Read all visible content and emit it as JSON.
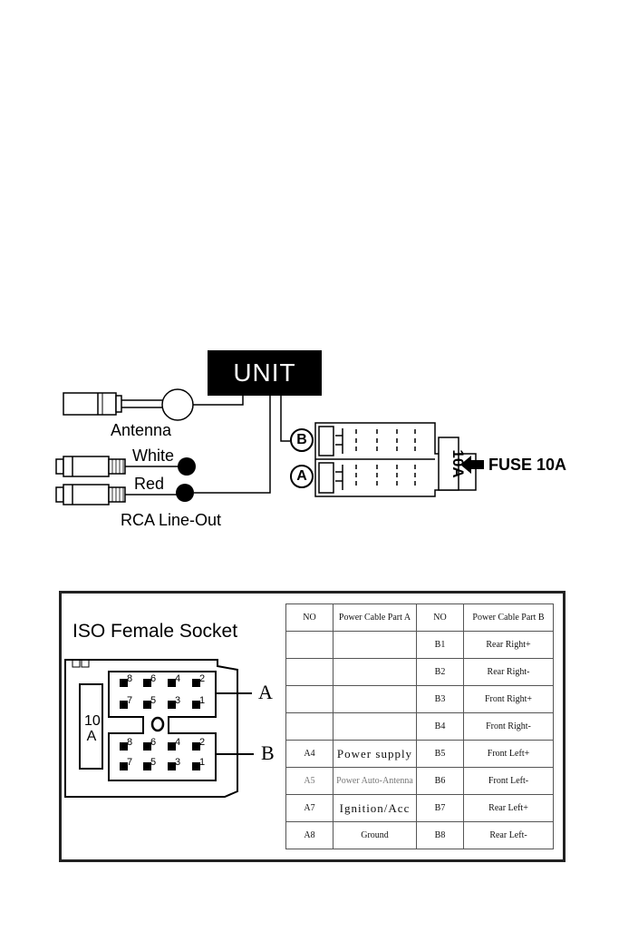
{
  "wiring": {
    "unit_label": "UNIT",
    "antenna_label": "Antenna",
    "white_label": "White",
    "red_label": "Red",
    "rca_label": "RCA Line-Out",
    "connector_b": "B",
    "connector_a": "A",
    "fuse_label": "FUSE 10A",
    "fuse_block_text": "10A"
  },
  "iso": {
    "title": "ISO Female Socket",
    "socket_a_label": "A",
    "socket_b_label": "B",
    "fuse_text_line1": "10",
    "fuse_text_line2": "A",
    "pin_numbers_top": [
      "8",
      "6",
      "4",
      "2",
      "7",
      "5",
      "3",
      "1"
    ],
    "pin_numbers_bottom": [
      "8",
      "6",
      "4",
      "2",
      "7",
      "5",
      "3",
      "1"
    ]
  },
  "table": {
    "headers": [
      "NO",
      "Power Cable Part A",
      "NO",
      "Power Cable Part B"
    ],
    "rows": [
      [
        "",
        "",
        "B1",
        "Rear Right+"
      ],
      [
        "",
        "",
        "B2",
        "Rear Right-"
      ],
      [
        "",
        "",
        "B3",
        "Front Right+"
      ],
      [
        "",
        "",
        "B4",
        "Front Right-"
      ],
      [
        "A4",
        "Power supply",
        "B5",
        "Front Left+"
      ],
      [
        "A5",
        "Power Auto-Antenna",
        "B6",
        "Front Left-"
      ],
      [
        "A7",
        "Ignition/Acc",
        "B7",
        "Rear Left+"
      ],
      [
        "A8",
        "Ground",
        "B8",
        "Rear Left-"
      ]
    ]
  }
}
